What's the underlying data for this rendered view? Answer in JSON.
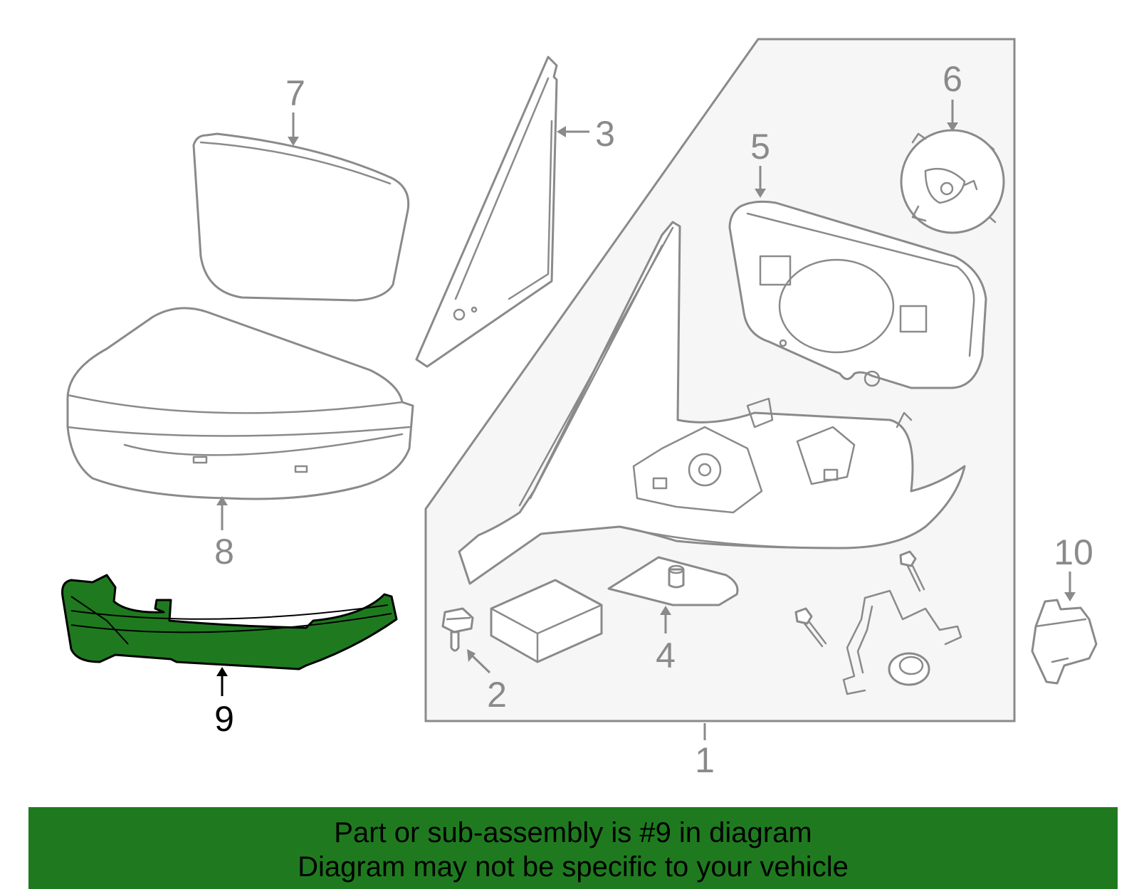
{
  "diagram": {
    "callouts": [
      {
        "id": "1",
        "label": "1"
      },
      {
        "id": "2",
        "label": "2"
      },
      {
        "id": "3",
        "label": "3"
      },
      {
        "id": "4",
        "label": "4"
      },
      {
        "id": "5",
        "label": "5"
      },
      {
        "id": "6",
        "label": "6"
      },
      {
        "id": "7",
        "label": "7"
      },
      {
        "id": "8",
        "label": "8"
      },
      {
        "id": "9",
        "label": "9"
      },
      {
        "id": "10",
        "label": "10"
      }
    ],
    "highlighted_part": "9",
    "highlight_color": "#1f7a1f",
    "line_color": "#8a8a8a",
    "assembly_box_color": "#f6f6f6"
  },
  "banner": {
    "line1": "Part or sub-assembly is #9 in diagram",
    "line2": "Diagram may not be specific to your vehicle",
    "background": "#1f7a1f"
  }
}
